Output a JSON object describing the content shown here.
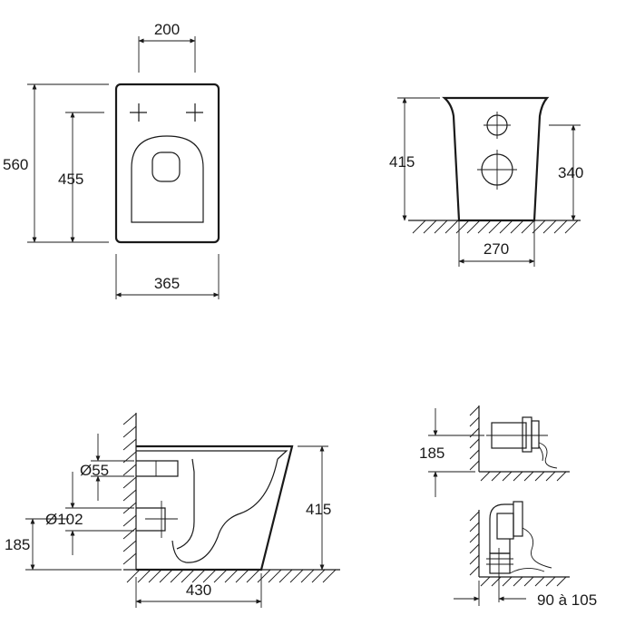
{
  "top_view": {
    "width_holes": "200",
    "depth_total": "560",
    "depth_holes": "455",
    "width_total": "365"
  },
  "front_view": {
    "height_total": "415",
    "height_holes": "340",
    "width_base": "270"
  },
  "side_view": {
    "inlet_diameter": "Ø55",
    "outlet_diameter": "Ø102",
    "outlet_height": "185",
    "height_total": "415",
    "depth_total": "430"
  },
  "detail_views": {
    "height_upper": "185",
    "offset_range": "90 à 105"
  }
}
